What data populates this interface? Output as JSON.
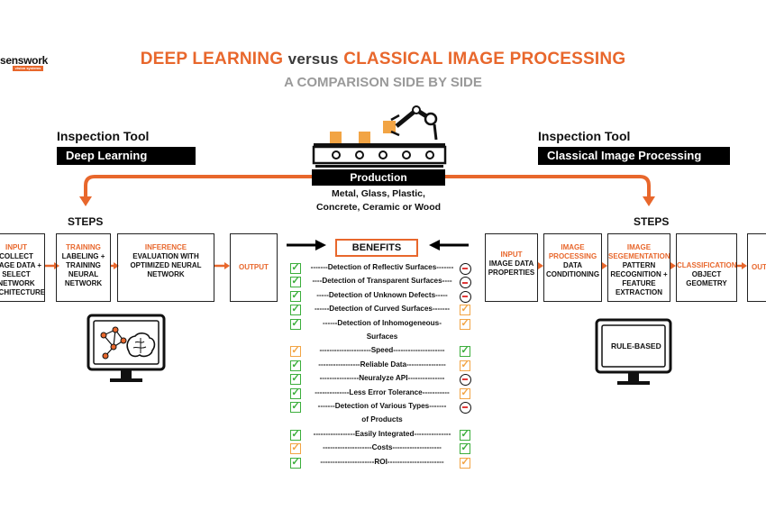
{
  "logo": {
    "name": "senswork",
    "tagline": "vision systems"
  },
  "title": {
    "part1": "DEEP LEARNING",
    "part2": "versus",
    "part3": "CLASSICAL IMAGE PROCESSING"
  },
  "subtitle": "A COMPARISON SIDE BY SIDE",
  "left_tool": {
    "label": "Inspection Tool",
    "name": "Deep Learning",
    "steps_label": "STEPS"
  },
  "right_tool": {
    "label": "Inspection Tool",
    "name": "Classical Image Processing",
    "steps_label": "STEPS"
  },
  "production": {
    "label": "Production",
    "materials_line1": "Metal, Glass, Plastic,",
    "materials_line2": "Concrete, Ceramic or Wood"
  },
  "left_steps": [
    {
      "heading": "INPUT",
      "text": "COLLECT IMAGE DATA + SELECT NETWORK ARCHITECTURE"
    },
    {
      "heading": "TRAINING",
      "text": "LABELING + TRAINING NEURAL NETWORK"
    },
    {
      "heading": "INFERENCE",
      "text": "EVALUATION WITH OPTIMIZED NEURAL NETWORK"
    },
    {
      "heading": "OUTPUT",
      "text": ""
    }
  ],
  "right_steps": [
    {
      "heading": "INPUT",
      "text": "IMAGE DATA PROPERTIES"
    },
    {
      "heading": "IMAGE PROCESSING",
      "text": "DATA CONDITIONING"
    },
    {
      "heading": "IMAGE SEGEMENTATION",
      "text": "PATTERN RECOGNITION + FEATURE EXTRACTION"
    },
    {
      "heading": "CLASSIFICATION",
      "text": "OBJECT GEOMETRY"
    },
    {
      "heading": "OUTPUT",
      "text": ""
    }
  ],
  "benefits_label": "BENEFITS",
  "rule_based_label": "RULE-BASED",
  "benefit_rows": [
    {
      "text": "-------Detection of Reflectiv Surfaces-------",
      "dl": "check-green",
      "cip": "no"
    },
    {
      "text": "----Detection of Transparent Surfaces----",
      "dl": "check-green",
      "cip": "no"
    },
    {
      "text": "-----Detection of Unknown Defects-----",
      "dl": "check-green",
      "cip": "no"
    },
    {
      "text": "------Detection of Curved Surfaces-------",
      "dl": "check-green",
      "cip": "check-orange"
    },
    {
      "text": "------Detection of Inhomogeneous-",
      "dl": "check-green",
      "cip": "check-orange"
    },
    {
      "text": "Surfaces",
      "dl": "",
      "cip": ""
    },
    {
      "text": "---------------------Speed---------------------",
      "dl": "check-orange",
      "cip": "check-green"
    },
    {
      "text": "-----------------Reliable Data----------------",
      "dl": "check-green",
      "cip": "check-orange"
    },
    {
      "text": "----------------Neuralyze API---------------",
      "dl": "check-green",
      "cip": "no"
    },
    {
      "text": "--------------Less Error Tolerance-----------",
      "dl": "check-green",
      "cip": "check-orange"
    },
    {
      "text": "-------Detection of Various Types-------",
      "dl": "check-green",
      "cip": "no"
    },
    {
      "text": "of Products",
      "dl": "",
      "cip": ""
    },
    {
      "text": "-----------------Easily Integrated---------------",
      "dl": "check-green",
      "cip": "check-green"
    },
    {
      "text": "--------------------Costs--------------------",
      "dl": "check-orange",
      "cip": "check-green"
    },
    {
      "text": "----------------------ROI-----------------------",
      "dl": "check-green",
      "cip": "check-orange"
    }
  ],
  "colors": {
    "accent": "#e8672c",
    "green": "#3cae3c",
    "orange": "#f2a444",
    "no_red": "#e03a3a"
  }
}
